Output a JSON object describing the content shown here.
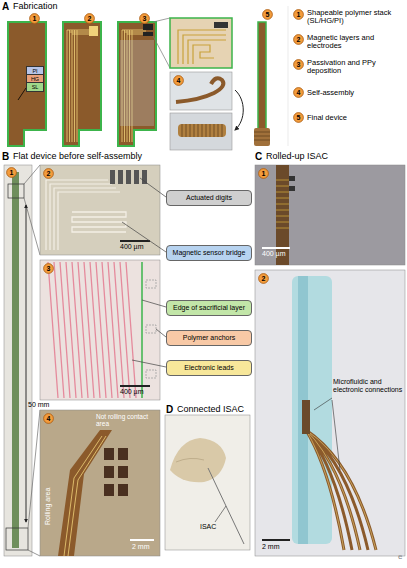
{
  "diagram": {
    "nodes": [
      {
        "text": [
          "1"
        ]
      },
      {
        "text": [
          "PI"
        ]
      },
      {
        "text": [
          "HG"
        ]
      },
      {
        "text": [
          "SL"
        ]
      },
      {
        "text": [
          "2"
        ]
      },
      {
        "text": [
          "3"
        ]
      },
      {
        "text": [
          "4"
        ]
      },
      {
        "text": [
          "5"
        ]
      },
      {
        "text": [
          "1"
        ]
      },
      {
        "text": [
          "2"
        ]
      },
      {
        "text": [
          "3"
        ]
      },
      {
        "text": [
          "4"
        ]
      },
      {
        "text": [
          "5"
        ]
      },
      {
        "text": [
          "1"
        ]
      },
      {
        "text": [
          "2"
        ]
      },
      {
        "text": [
          "Actuated digits"
        ]
      },
      {
        "text": [
          "Magnetic sensor bridge"
        ]
      },
      {
        "text": [
          "3"
        ]
      },
      {
        "text": [
          "Edge of sacrificial layer"
        ]
      },
      {
        "text": [
          "Polymer anchors"
        ]
      },
      {
        "text": [
          "Electronic leads"
        ]
      },
      {
        "text": [
          "4"
        ]
      },
      {
        "text": [
          "1"
        ]
      },
      {
        "text": [
          "2"
        ]
      }
    ],
    "labels": [
      "A",
      "Fabrication",
      "Shapeable polymer stack (SL/HG/PI)",
      "Magnetic layers and electrodes",
      "Passivation and PPy deposition",
      "Self-assembly",
      "Final device",
      "B",
      "Flat device before self-assembly",
      "50 mm",
      "400 µm",
      "400 µm",
      "Rolling area",
      "Not rolling contact area",
      "2 mm",
      "C",
      "Rolled-up ISAC",
      "400 µm",
      "Microfluidic and electronic connections",
      "2 mm",
      "D",
      "Connected ISAC",
      "ISAC",
      "e"
    ]
  }
}
